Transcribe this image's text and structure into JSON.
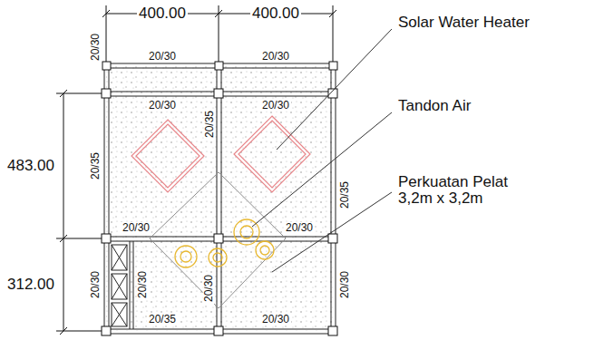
{
  "diagram": {
    "labels": [
      "400.00",
      "400.00",
      "Solar Water Heater",
      "20/30",
      "20/30",
      "20/30",
      "20/30",
      "20/30",
      "Tandon Air",
      "20/35",
      "483.00",
      "20/35",
      "20/35",
      "Perkuatan Pelat 3,2m x 3,2m",
      "20/30",
      "20/30",
      "312.00",
      "20/30",
      "20/30",
      "20/30",
      "20/30",
      "20/35",
      "20/30"
    ]
  }
}
